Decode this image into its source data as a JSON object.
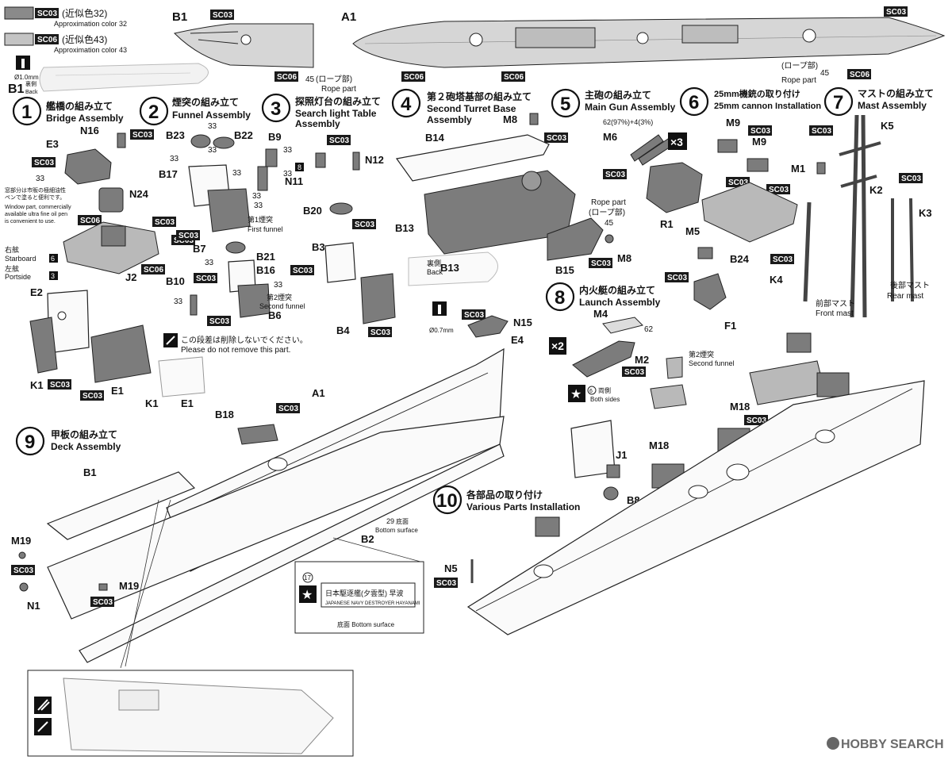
{
  "legend": {
    "color1": {
      "code": "SC03",
      "jp": "(近似色32)",
      "en": "Approximation color 32",
      "swatch": "#8a8a8a"
    },
    "color2": {
      "code": "SC06",
      "jp": "(近似色43)",
      "en": "Approximation color 43",
      "swatch": "#c4c4c4"
    }
  },
  "top_parts": {
    "b1": "B1",
    "a1": "A1",
    "b1_small": "B1",
    "b1_side_jp": "裏側",
    "b1_side_en": "Back",
    "drill": "Ø1.0mm",
    "rope_jp": "(ロープ部)",
    "rope_en": "Rope part",
    "rope_num": "45"
  },
  "steps": [
    {
      "num": "1",
      "jp": "艦橋の組み立て",
      "en": "Bridge Assembly"
    },
    {
      "num": "2",
      "jp": "煙突の組み立て",
      "en": "Funnel Assembly"
    },
    {
      "num": "3",
      "jp": "探照灯台の組み立て",
      "en": "Search light Table Assembly"
    },
    {
      "num": "4",
      "jp": "第２砲塔基部の組み立て",
      "en": "Second Turret Base Assembly"
    },
    {
      "num": "5",
      "jp": "主砲の組み立て",
      "en": "Main Gun Assembly"
    },
    {
      "num": "6",
      "jp": "25mm機銃の取り付け",
      "en": "25mm cannon Installation"
    },
    {
      "num": "7",
      "jp": "マストの組み立て",
      "en": "Mast Assembly"
    },
    {
      "num": "8",
      "jp": "内火艇の組み立て",
      "en": "Launch Assembly"
    },
    {
      "num": "9",
      "jp": "甲板の組み立て",
      "en": "Deck Assembly"
    },
    {
      "num": "10",
      "jp": "各部品の取り付け",
      "en": "Various Parts Installation"
    }
  ],
  "step1": {
    "parts": [
      "N16",
      "E3",
      "N24",
      "J2",
      "E2",
      "K1",
      "E1"
    ],
    "starboard_jp": "右舷",
    "starboard_en": "Starboard",
    "starboard_num": "6",
    "port_jp": "左舷",
    "port_en": "Portside",
    "port_num": "3",
    "window_note": "窓部分は市販の極細油性ペンで塗ると便利です。Window part, commercially available ultra fine oil pen is convenient to use."
  },
  "step2": {
    "parts": [
      "B23",
      "B22",
      "B17",
      "B7",
      "B21",
      "B16",
      "B10",
      "B6",
      "B9"
    ],
    "first_funnel_jp": "第1煙突",
    "first_funnel_en": "First funnel",
    "second_funnel_jp": "第2煙突",
    "second_funnel_en": "Second funnel",
    "num": "33"
  },
  "step3": {
    "parts": [
      "N12",
      "N11",
      "B20",
      "B3",
      "B4"
    ],
    "num8": "8"
  },
  "step4": {
    "parts": [
      "M8",
      "B14",
      "B13",
      "B15",
      "M8"
    ],
    "back_jp": "裏側",
    "back_en": "Back",
    "drill": "Ø0.7mm",
    "rope_en": "Rope part",
    "rope_jp": "(ロープ部)",
    "rope_num": "45"
  },
  "step5": {
    "parts": [
      "M6",
      "R1"
    ],
    "mix": "62(97%)+4(3%)",
    "times": "×3"
  },
  "step6": {
    "parts": [
      "M9",
      "M9",
      "M5",
      "B24",
      "F1"
    ]
  },
  "step7": {
    "parts": [
      "K5",
      "M1",
      "K2",
      "K3",
      "K4"
    ],
    "front_jp": "前部マスト",
    "front_en": "Front mast",
    "rear_jp": "後部マスト",
    "rear_en": "Rear mast"
  },
  "step8": {
    "parts": [
      "M4",
      "M2",
      "N15",
      "E4"
    ],
    "times": "×2",
    "num62": "62",
    "both_num": "6",
    "both_jp": "両側",
    "both_en": "Both sides"
  },
  "step9": {
    "parts": [
      "B18",
      "A1",
      "B1",
      "B2",
      "M19",
      "N1",
      "M19"
    ],
    "bottom_num": "29",
    "bottom_jp": "底面",
    "bottom_en": "Bottom surface",
    "decal_num": "17",
    "decal_jp": "日本駆逐艦(夕雲型) 早波",
    "decal_en": "JAPANESE NAVY DESTROYER HAYANAMI"
  },
  "step10": {
    "parts": [
      "M18",
      "M18",
      "J1",
      "B8",
      "N5"
    ],
    "funnel_jp": "第2煙突",
    "funnel_en": "Second funnel"
  },
  "note": {
    "jp": "この段差は削除しないでください。",
    "en": "Please do not remove this part."
  },
  "k1e1": [
    "K1",
    "E1"
  ],
  "watermark": {
    "text": "HOBBY SEARCH",
    "icon": "hobby-search-logo-icon"
  }
}
